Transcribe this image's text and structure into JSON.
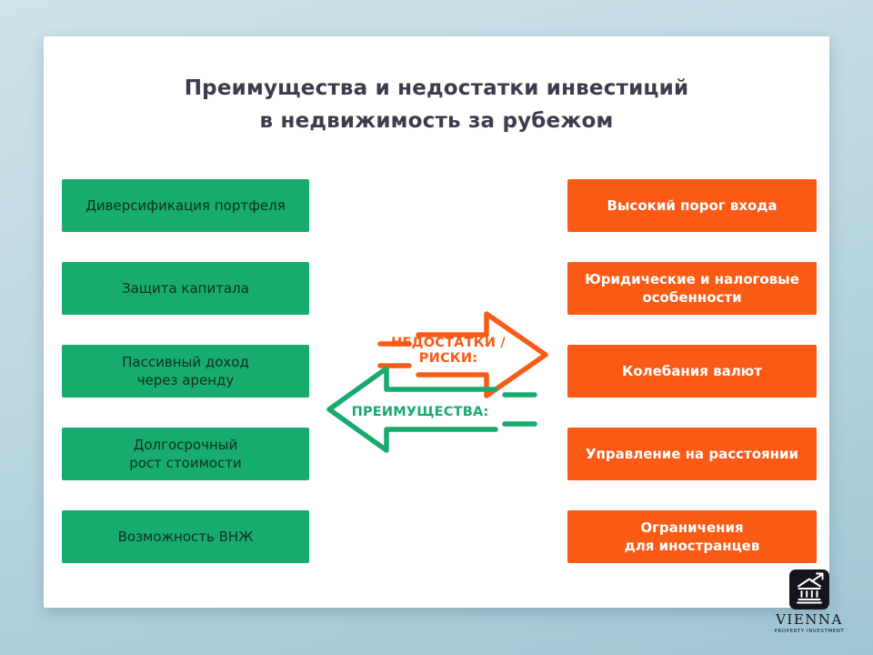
{
  "slide": {
    "title_line1": "Преимущества и недостатки инвестиций",
    "title_line2": "в недвижимость за рубежом"
  },
  "advantages": {
    "arrow_label": "ПРЕИМУЩЕСТВА:",
    "items": [
      "Диверсификация портфеля",
      "Защита капитала",
      "Пассивный доход\nчерез аренду",
      "Долгосрочный\nрост стоимости",
      "Возможность ВНЖ"
    ]
  },
  "disadvantages": {
    "arrow_label_line1": "НЕДОСТАТКИ /",
    "arrow_label_line2": "РИСКИ:",
    "items": [
      "Высокий порог входа",
      "Юридические и налоговые\nособенности",
      "Колебания валют",
      "Управление на расстоянии",
      "Ограничения\nдля иностранцев"
    ]
  },
  "logo": {
    "brand": "VIENNA",
    "tagline": "PROPERTY INVESTMENT"
  },
  "colors": {
    "green": "#17ab6d",
    "orange": "#f95b17",
    "title_text": "#3c3c4e",
    "background_top": "#cfe3eb",
    "background_bottom": "#9ec5d4"
  }
}
